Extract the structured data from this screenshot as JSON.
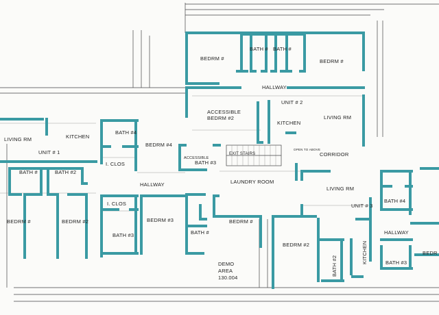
{
  "colors": {
    "wall": "#3a9aa3",
    "line": "#444444",
    "paper": "#fbfbf9"
  },
  "rooms": {
    "bath_top1": "BATH #",
    "bath_top2": "BATH #",
    "bedrm_top_left": "BEDRM #",
    "bedrm_top_right": "BEDRM #",
    "hallway_top": "HALLWAY",
    "unit2": "UNIT # 2",
    "living_unit2": "LIVING RM",
    "accessible": "ACCESSIBLE",
    "bedrm2": "BEDRM #2",
    "kitchen_unit2": "KITCHEN",
    "living_left": "LIVING RM",
    "kitchen_left": "KITCHEN",
    "unit1": "UNIT # 1",
    "bath4": "BATH #4",
    "bedrm4": "BEDRM #4",
    "i_clos1": "I. CLOS",
    "accessible_bath": "ACCESSIBLE",
    "bath3": "BATH #3",
    "exit_stairs": "EXIT STAIRS",
    "open_above": "OPEN TO ABOVE",
    "corridor": "CORRIDOR",
    "bath_lw1": "BATH #",
    "bath_lw2": "BATH #2",
    "hallway_mid": "HALLWAY",
    "laundry": "LAUNDRY ROOM",
    "living_unit3": "LIVING RM",
    "i_clos2": "I. CLOS",
    "bath4_right": "BATH #4",
    "unit3": "UNIT # 3",
    "bedrm_low_left": "BEDRM #",
    "bedrm2_low": "BEDRM #2",
    "bedrm3": "BEDRM #3",
    "bedrm_center": "BEDRM #",
    "bath_center": "BATH #",
    "bath3_low": "BATH #3",
    "hallway_right": "HALLWAY",
    "bedrm2_right": "BEDRM #2",
    "kitchen_right": "KITCHEN",
    "bath2_right": "BATH #2",
    "bath3_right": "BATH #3",
    "bedrm_edge": "BEDR",
    "demo": "DEMO",
    "area": "AREA",
    "area_num": "130.004"
  }
}
